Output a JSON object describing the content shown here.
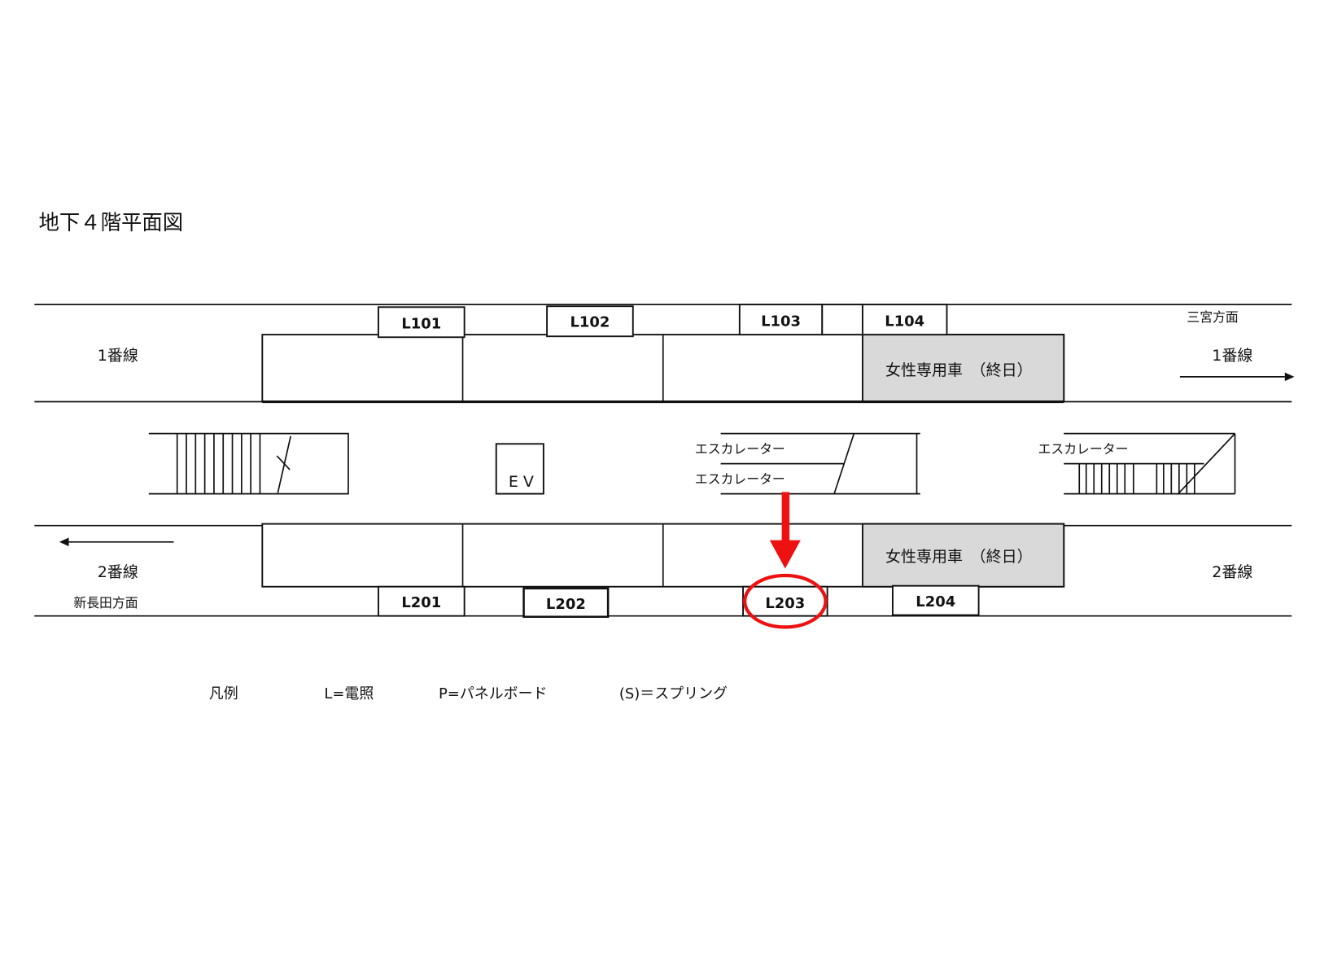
{
  "title": "地下４階平面図",
  "colors": {
    "ladies_car": "#d9d9d9",
    "highlight": "#ee1111"
  },
  "track1": {
    "label_left": "1番線",
    "label_right": "1番線",
    "direction": "三宮方面",
    "ladies_car": "女性専用車　（終日）"
  },
  "track2": {
    "label_left": "2番線",
    "label_right": "2番線",
    "direction": "新長田方面",
    "ladies_car": "女性専用車　（終日）"
  },
  "lights_top": [
    "L101",
    "L102",
    "L103",
    "L104"
  ],
  "lights_bottom": [
    "L201",
    "L202",
    "L203",
    "L204"
  ],
  "elevator": "E V",
  "escalator_label": "エスカレーター",
  "highlighted": "L203",
  "legend": {
    "title": "凡例",
    "items": [
      "L=電照",
      "P=パネルボード",
      "(S)＝スプリング"
    ]
  }
}
